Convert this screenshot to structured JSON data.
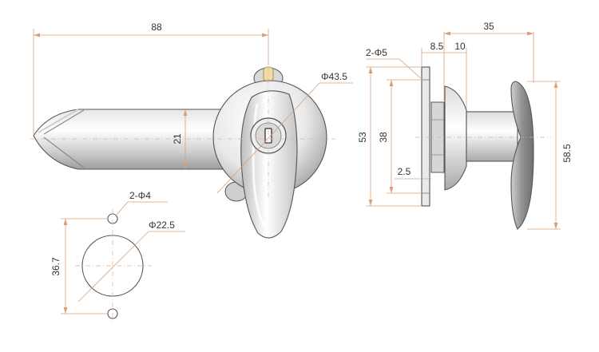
{
  "dimensions": {
    "overall_length": "88",
    "body_height": "21",
    "handle_diameter": "Φ43.5",
    "mount_holes": "2-Φ5",
    "flange_thickness": "8.5",
    "boss_length": "10",
    "total_depth": "35",
    "flange_height": "53",
    "hole_spacing_side": "38",
    "wall_gap": "2.5",
    "grip_height": "58.5",
    "small_holes": "2-Φ4",
    "cutout_diameter": "Φ22.5",
    "cutout_spacing": "36.7"
  },
  "colors": {
    "dimension_line": "#d9a07a",
    "outline": "#555555",
    "metal_light": "#f4f4f4",
    "metal_dark": "#9a9a9a"
  }
}
